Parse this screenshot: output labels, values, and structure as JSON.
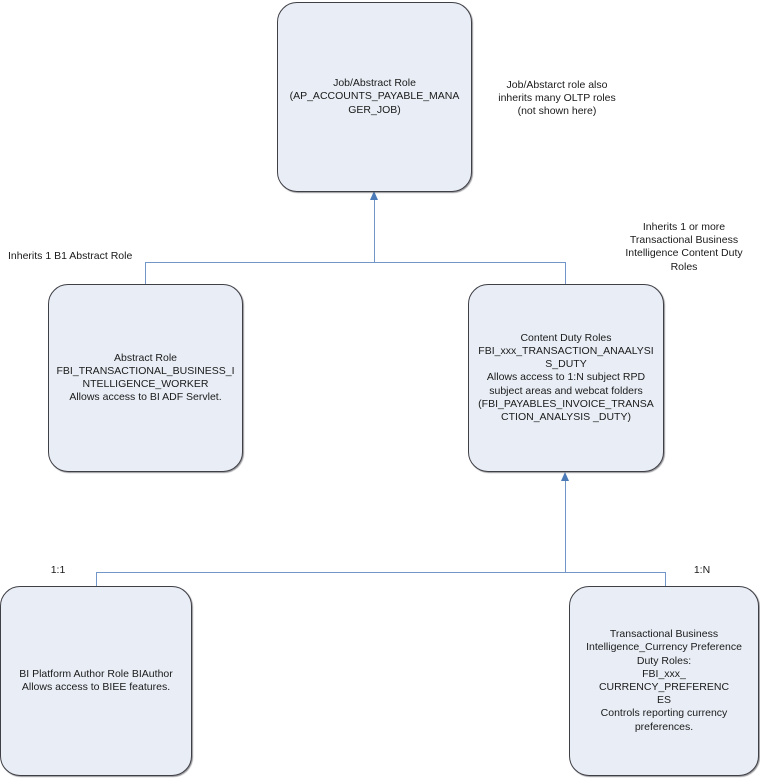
{
  "diagram": {
    "title": "Oracle BI Role Inheritance Diagram",
    "colors": {
      "node_fill": "#e9eef6",
      "node_border": "#3f3f46",
      "connector": "#7396c8",
      "arrow": "#4a7ab8",
      "text": "#1a1a1a",
      "background": "#ffffff"
    },
    "nodes": [
      {
        "id": "job-abstract-role",
        "name": "job-abstract-role-node",
        "text": "Job/Abstract Role\n(AP_ACCOUNTS_PAYABLE_MANA\nGER_JOB)"
      },
      {
        "id": "abstract-role",
        "name": "abstract-role-node",
        "text": "Abstract Role\nFBI_TRANSACTIONAL_BUSINESS_I\nNTELLIGENCE_WORKER\nAllows access to BI ADF Servlet."
      },
      {
        "id": "content-duty-roles",
        "name": "content-duty-roles-node",
        "text": "Content Duty Roles\nFBI_xxx_TRANSACTION_ANAALYSI\nS_DUTY\nAllows access to 1:N subject RPD\nsubject areas and webcat folders\n(FBI_PAYABLES_INVOICE_TRANSA\nCTION_ANALYSIS _DUTY)"
      },
      {
        "id": "bi-platform-author-role",
        "name": "bi-platform-author-role-node",
        "text": "BI Platform Author Role BIAuthor\nAllows access to BIEE features."
      },
      {
        "id": "currency-preference-duty-roles",
        "name": "currency-preference-duty-roles-node",
        "text": "Transactional Business\nIntelligence_Currency Preference\nDuty Roles:\nFBI_xxx_\nCURRENCY_PREFERENC\nES\nControls reporting currency\npreferences."
      }
    ],
    "annotations": [
      {
        "id": "oltp-note",
        "name": "oltp-roles-note",
        "text": "Job/Abstarct role also\ninherits many OLTP roles\n(not shown here)"
      },
      {
        "id": "inherits-abstract-role-label",
        "name": "inherits-abstract-role-label",
        "text": "Inherits 1 B1 Abstract Role"
      },
      {
        "id": "inherits-content-duty-label",
        "name": "inherits-content-duty-roles-label",
        "text": "Inherits 1 or more\nTransactional Business\nIntelligence Content Duty\nRoles"
      },
      {
        "id": "cardinality-one-to-one",
        "name": "cardinality-label-1-1",
        "text": "1:1"
      },
      {
        "id": "cardinality-one-to-n",
        "name": "cardinality-label-1-n",
        "text": "1:N"
      }
    ]
  }
}
